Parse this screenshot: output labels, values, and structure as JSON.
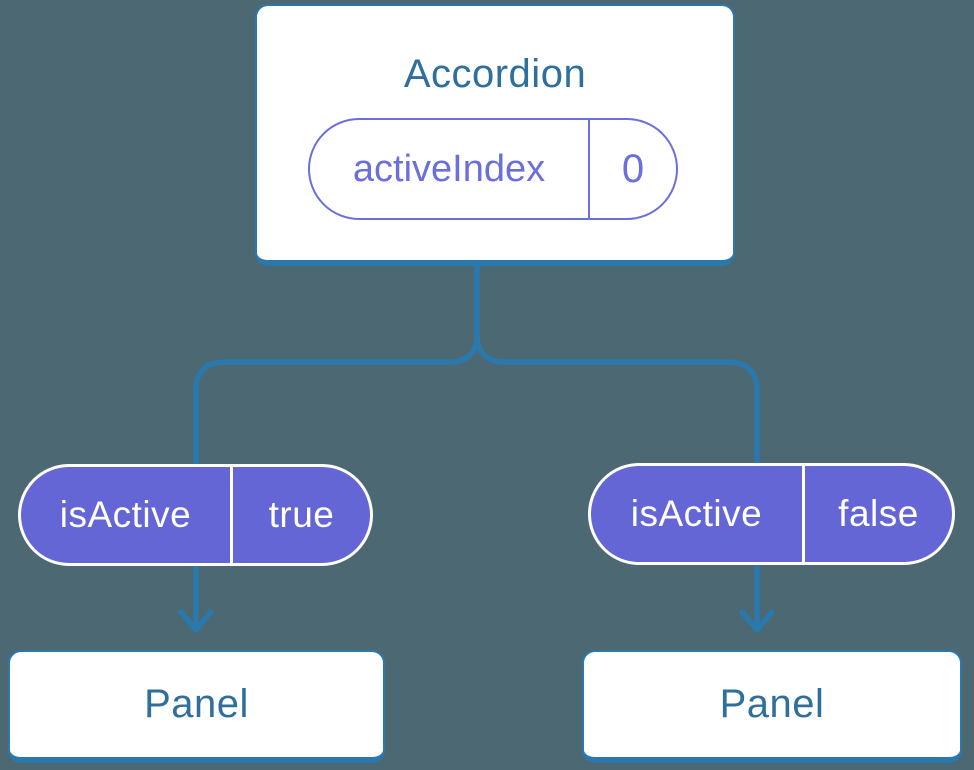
{
  "colors": {
    "background": "#4c6873",
    "connector": "#2b78ad",
    "node_border": "#2b78ad",
    "node_fill": "#ffffff",
    "node_text": "#2f6f9b",
    "prop_accent": "#6b6fdb",
    "state_fill": "#6366d4",
    "state_border": "#ffffff",
    "state_text": "#ffffff"
  },
  "root_node": {
    "title": "Accordion",
    "prop_name": "activeIndex",
    "prop_value": "0"
  },
  "left_branch": {
    "state_name": "isActive",
    "state_value": "true",
    "panel_title": "Panel",
    "arrow_icon": "arrow-down"
  },
  "right_branch": {
    "state_name": "isActive",
    "state_value": "false",
    "panel_title": "Panel",
    "arrow_icon": "arrow-down"
  }
}
